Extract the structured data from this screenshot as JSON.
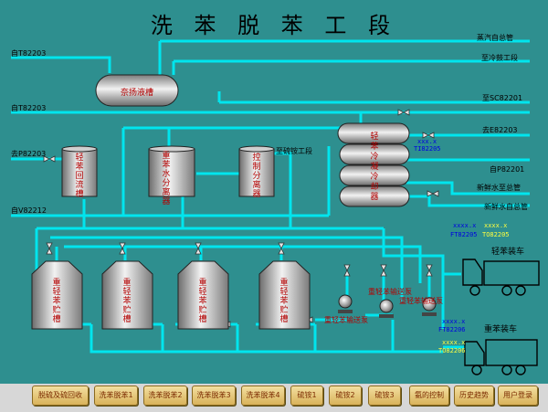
{
  "title": "洗 苯 脱 苯 工 段",
  "lines": {
    "from_t82203_top": "自T82203",
    "from_t82203_mid": "自T82203",
    "to_p82203": "去P82203",
    "from_v82212": "自V82212",
    "steam_main": "蒸汽自总管",
    "to_cooling": "至冷鼓工段",
    "to_sc82201": "至SC82201",
    "to_e82203": "去E82203",
    "to_sulfur": "至硫铵工段",
    "from_p82201": "自P82201",
    "fresh_water_to": "新鲜水至总管",
    "fresh_water_from": "新鲜水自总管"
  },
  "equipment": {
    "tank_top": "奈扬液槽",
    "light_benzene_recovery": "轻苯回流槽",
    "water_separator": "重苯水分离器",
    "control_separator": "控制分离器",
    "condenser": "轻苯冷凝冷却器",
    "storage_1": "重轻苯贮槽",
    "storage_2": "重轻苯贮槽",
    "storage_3": "重轻苯贮槽",
    "storage_4": "重轻苯贮槽",
    "pump_1": "重轻苯输送泵",
    "pump_2": "重轻苯输送泵",
    "pump_3": "重轻苯输送泵"
  },
  "readouts": {
    "ti_val": "xxx.x",
    "ti_tag": "TI82205",
    "ft_val": "xxxx.x",
    "ft_tag": "FT82205",
    "to1_val": "xxxx.x",
    "to1_tag": "TO82205",
    "ft2_val": "xxxx.x",
    "ft2_tag": "FT82206",
    "to2_val": "xxxx.x",
    "to2_tag": "TO82206"
  },
  "trucks": {
    "light": "轻苯装车",
    "heavy": "重苯装车"
  },
  "buttons": [
    "脱硫及硫回收",
    "洗苯脱苯1",
    "洗苯脱苯2",
    "洗苯脱苯3",
    "洗苯脱苯4",
    "硫铵1",
    "硫铵2",
    "硫铵3",
    "氨的控制",
    "历史趋势",
    "用户登录"
  ],
  "colors": {
    "background": "#2e8f8f",
    "pipe": "#00e5ee",
    "button_text": "#7a2a00",
    "equipment_label": "#b40000"
  }
}
